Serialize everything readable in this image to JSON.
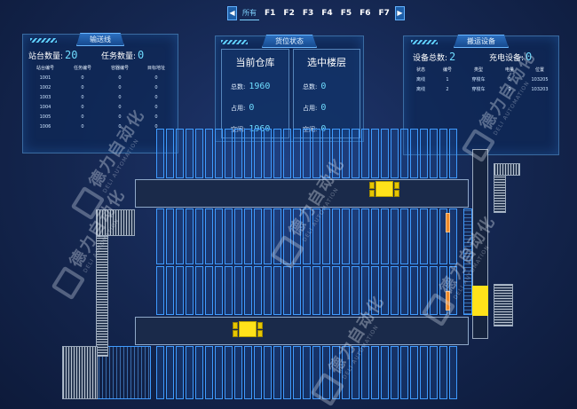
{
  "floor_nav": {
    "prev_icon": "chevron-left-icon",
    "next_icon": "chevron-right-icon",
    "prev_glyph": "◀",
    "next_glyph": "▶",
    "tabs": [
      "所有",
      "F1",
      "F2",
      "F3",
      "F4",
      "F5",
      "F6",
      "F7"
    ],
    "active": "所有"
  },
  "conveyor_panel": {
    "title": "输送线",
    "station_count_label": "站台数量:",
    "station_count": "20",
    "task_count_label": "任务数量:",
    "task_count": "0",
    "columns": [
      "站台编号",
      "任务编号",
      "容器编号",
      "目标地址"
    ],
    "rows": [
      [
        "1001",
        "0",
        "0",
        "0"
      ],
      [
        "1002",
        "0",
        "0",
        "0"
      ],
      [
        "1003",
        "0",
        "0",
        "0"
      ],
      [
        "1004",
        "0",
        "0",
        "0"
      ],
      [
        "1005",
        "0",
        "0",
        "0"
      ],
      [
        "1006",
        "0",
        "0",
        "0"
      ]
    ]
  },
  "storage_panel": {
    "title": "货位状态",
    "current_warehouse": {
      "title": "当前仓库",
      "total_label": "总数:",
      "total": "1960",
      "used_label": "占用:",
      "used": "0",
      "free_label": "空闲:",
      "free": "1960"
    },
    "selected_floor": {
      "title": "选中楼层",
      "total_label": "总数:",
      "total": "0",
      "used_label": "占用:",
      "used": "0",
      "free_label": "空闲:",
      "free": "0"
    }
  },
  "transport_panel": {
    "title": "搬运设备",
    "device_total_label": "设备总数:",
    "device_total": "2",
    "charging_label": "充电设备:",
    "charging": "0",
    "columns": [
      "状态",
      "编号",
      "类型",
      "电量",
      "位置"
    ],
    "rows": [
      [
        "离线",
        "1",
        "穿梭车",
        "0",
        "103205"
      ],
      [
        "离线",
        "2",
        "穿梭车",
        "0",
        "103203"
      ]
    ]
  },
  "watermark": {
    "text_cn": "德力自动化",
    "text_en": "DELI AUTOMATION"
  },
  "colors": {
    "accent": "#6fdcff",
    "rack": "#3f9bff",
    "shuttle": "#ffe21a",
    "marker": "#f08a2a"
  }
}
